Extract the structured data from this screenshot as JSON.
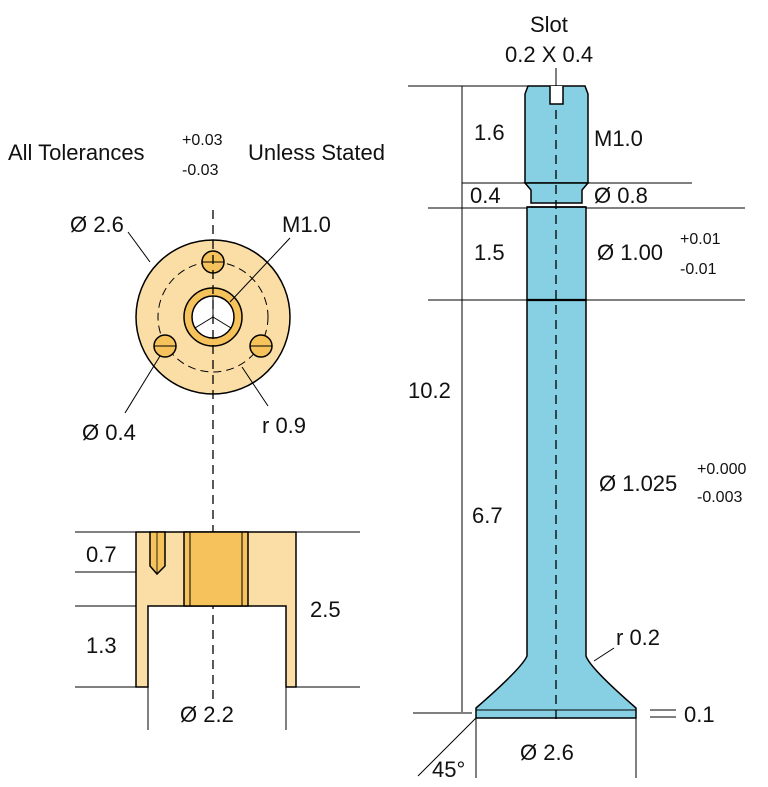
{
  "tolerance_note": {
    "prefix": "All Tolerances",
    "plus": "+0.03",
    "minus": "-0.03",
    "suffix": "Unless Stated"
  },
  "top_view": {
    "outer_diameter": "Ø 2.6",
    "thread": "M1.0",
    "hole_diameter": "Ø 0.4",
    "pitch_radius": "r 0.9"
  },
  "side_view": {
    "counterbore_depth": "0.7",
    "leg_height": "1.3",
    "total_height": "2.5",
    "inner_diameter": "Ø 2.2"
  },
  "pin": {
    "slot_title": "Slot",
    "slot_size": "0.2 X 0.4",
    "head_length": "1.6",
    "head_thread": "M1.0",
    "neck_length": "0.4",
    "neck_diameter": "Ø 0.8",
    "collar_length": "1.5",
    "collar_diameter": "Ø 1.00",
    "collar_tol_plus": "+0.01",
    "collar_tol_minus": "-0.01",
    "overall_length": "10.2",
    "shaft_length": "6.7",
    "shaft_diameter": "Ø 1.025",
    "shaft_tol_plus": "+0.000",
    "shaft_tol_minus": "-0.003",
    "fillet_radius": "r 0.2",
    "base_thickness": "0.1",
    "base_diameter": "Ø 2.6",
    "chamfer_angle": "45°"
  },
  "colors": {
    "brass_light": "#fbdea6",
    "brass_dark": "#f6c25c",
    "pin_blue": "#87cfe2"
  }
}
